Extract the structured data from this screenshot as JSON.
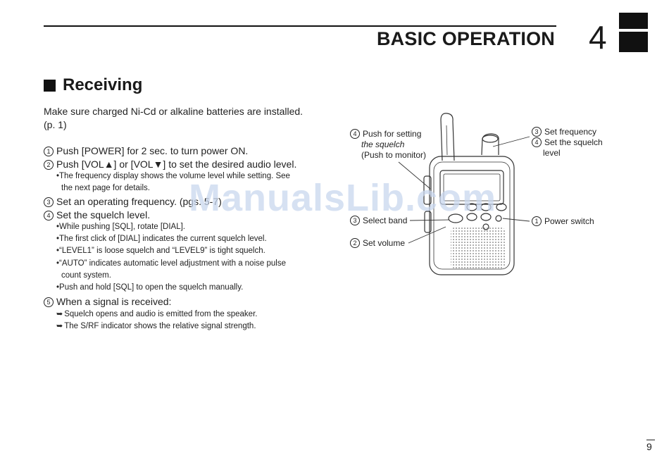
{
  "header": {
    "chapter_title": "BASIC OPERATION",
    "chapter_number": "4"
  },
  "section": {
    "heading": "Receiving"
  },
  "intro": {
    "line1": "Make sure charged Ni-Cd or alkaline batteries are installed.",
    "line2": "(p. 1)"
  },
  "steps": [
    {
      "num": "1",
      "text": "Push [POWER] for 2 sec. to turn power ON."
    },
    {
      "num": "2",
      "text": "Push [VOL▲] or [VOL▼] to set the desired audio level."
    },
    {
      "num": "3",
      "text": "Set an operating frequency. (pgs. 5-7)"
    },
    {
      "num": "4",
      "text": "Set the squelch level."
    },
    {
      "num": "5",
      "text": "When a signal is received:"
    }
  ],
  "step2_notes": [
    "•The frequency display shows the volume level while setting. See",
    "the next page for details."
  ],
  "step4_notes": [
    "•While pushing [SQL], rotate [DIAL].",
    "•The first click of [DIAL] indicates the current squelch level.",
    "•“LEVEL1” is loose squelch and “LEVEL9” is tight squelch.",
    "•“AUTO” indicates automatic level adjustment with a noise pulse",
    "count system.",
    "•Push and hold [SQL] to open the squelch manually."
  ],
  "step5_notes": [
    "Squelch opens and audio is emitted from the speaker.",
    "The S/RF indicator shows the relative signal strength."
  ],
  "callouts": {
    "push_setting": {
      "num": "4",
      "line1": "Push for setting",
      "line2": "the squelch",
      "line3": "(Push to monitor)"
    },
    "set_frequency": {
      "num3": "3",
      "line1": "Set frequency",
      "num4": "4",
      "line2": "Set the squelch",
      "line3": "level"
    },
    "select_band": {
      "num": "3",
      "text": "Select band"
    },
    "set_volume": {
      "num": "2",
      "text": "Set volume"
    },
    "power_switch": {
      "num": "1",
      "text": "Power switch"
    }
  },
  "watermark": "ManualsLib.com",
  "page_number": "9"
}
